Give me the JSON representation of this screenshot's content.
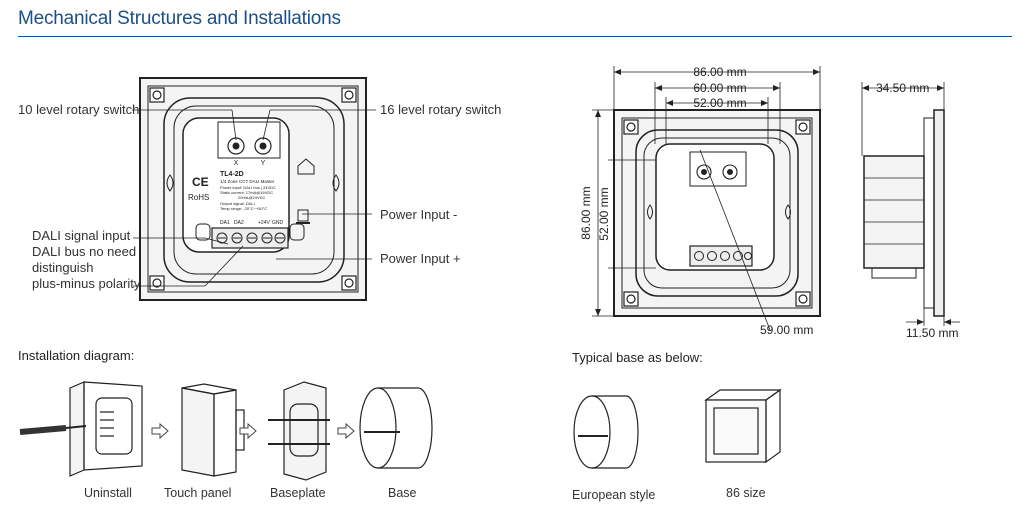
{
  "header": {
    "title": "Mechanical Structures and Installations"
  },
  "front_view": {
    "callouts": {
      "left_rotary": "10 level rotary switch",
      "right_rotary": "16 level rotary switch",
      "dali_line1": "DALI signal input",
      "dali_line2": "DALI bus no need",
      "dali_line3": "distinguish",
      "dali_line4": "plus-minus polarity",
      "power_minus": "Power Input -",
      "power_plus": "Power Input +"
    },
    "module": {
      "model": "TL4-2D",
      "desc": "1/4 Zone CCT DALI Master",
      "spec1": "Power input: DALI bus | 24VDC",
      "spec2": "Static current: 17mA@16VDC",
      "spec3": "20mA@24VDC",
      "spec4": "Output signal: DALI",
      "spec5": "Temp range: -20°C~+50°C",
      "ce": "CE",
      "rohs": "RoHS",
      "dial_x": "X",
      "dial_y": "Y",
      "term1": "DA1",
      "term2": "DA2",
      "term3": "+24V",
      "term4": "GND"
    }
  },
  "dimensions": {
    "w_outer": "86.00 mm",
    "w_mid": "60.00 mm",
    "w_inner": "52.00 mm",
    "h_outer": "86.00 mm",
    "h_inner": "52.00 mm",
    "bottom": "59.00 mm",
    "depth": "34.50 mm",
    "thickness": "11.50 mm"
  },
  "installation": {
    "heading": "Installation diagram:",
    "steps": [
      "Uninstall",
      "Touch panel",
      "Baseplate",
      "Base"
    ]
  },
  "typical_base": {
    "heading": "Typical base as below:",
    "items": [
      "European style",
      "86 size"
    ]
  }
}
